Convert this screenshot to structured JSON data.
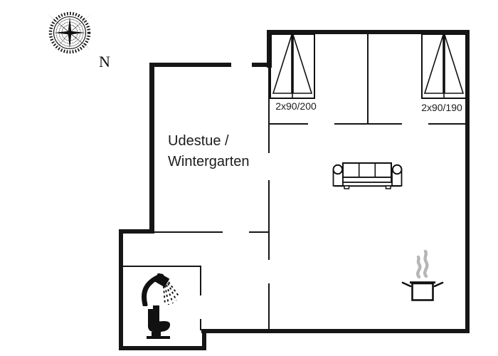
{
  "compass": {
    "north_label": "N"
  },
  "room_labels": {
    "udestue_line1": "Udestue /",
    "udestue_line2": "Wintergarten"
  },
  "beds": [
    {
      "size_label": "2x90/200"
    },
    {
      "size_label": "2x90/190"
    }
  ],
  "icons": {
    "compass": "compass-rose-icon",
    "bed": "double-bed-icon",
    "sofa": "sofa-icon",
    "pot": "cooking-pot-icon",
    "shower": "shower-icon",
    "toilet": "toilet-icon"
  },
  "colors": {
    "wall": "#161616",
    "text": "#1c1c1c",
    "icon": "#111111",
    "steam": "#b6b6b6",
    "background": "#ffffff"
  }
}
